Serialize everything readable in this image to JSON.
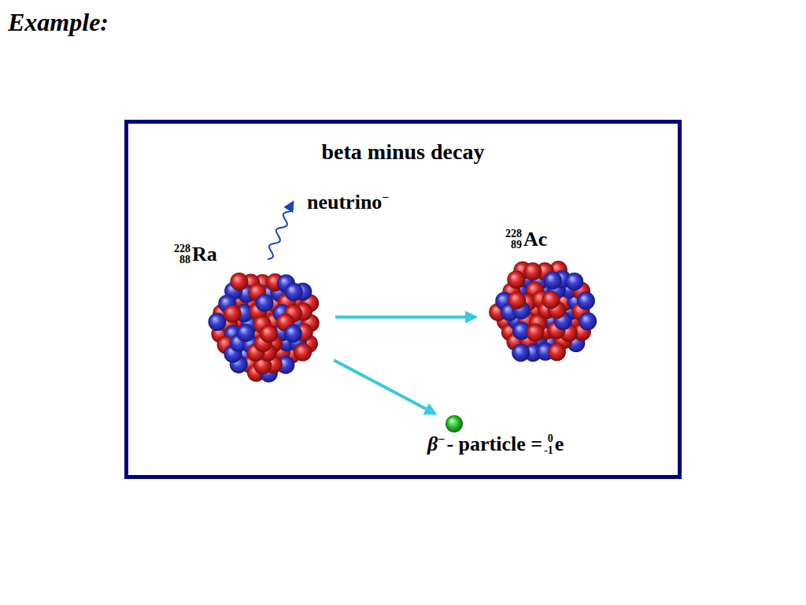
{
  "diagram": {
    "title": "Example:",
    "nodes": [
      {
        "text": [
          "beta minus decay"
        ]
      },
      {
        "text": [
          "228",
          "88",
          "Ra"
        ],
        "in": 0
      },
      {
        "text": [
          "228",
          "89",
          "Ac"
        ],
        "in": 0
      },
      {
        "text": [
          "β",
          "−",
          "- particle =",
          "0",
          "-1",
          "e"
        ],
        "in": 0
      }
    ],
    "edges": [
      {
        "from": 1,
        "to": 2,
        "arrow": "to"
      },
      {
        "from": 1,
        "to": 3,
        "arrow": "to"
      }
    ],
    "labels": [
      "neutrino",
      "−"
    ]
  }
}
